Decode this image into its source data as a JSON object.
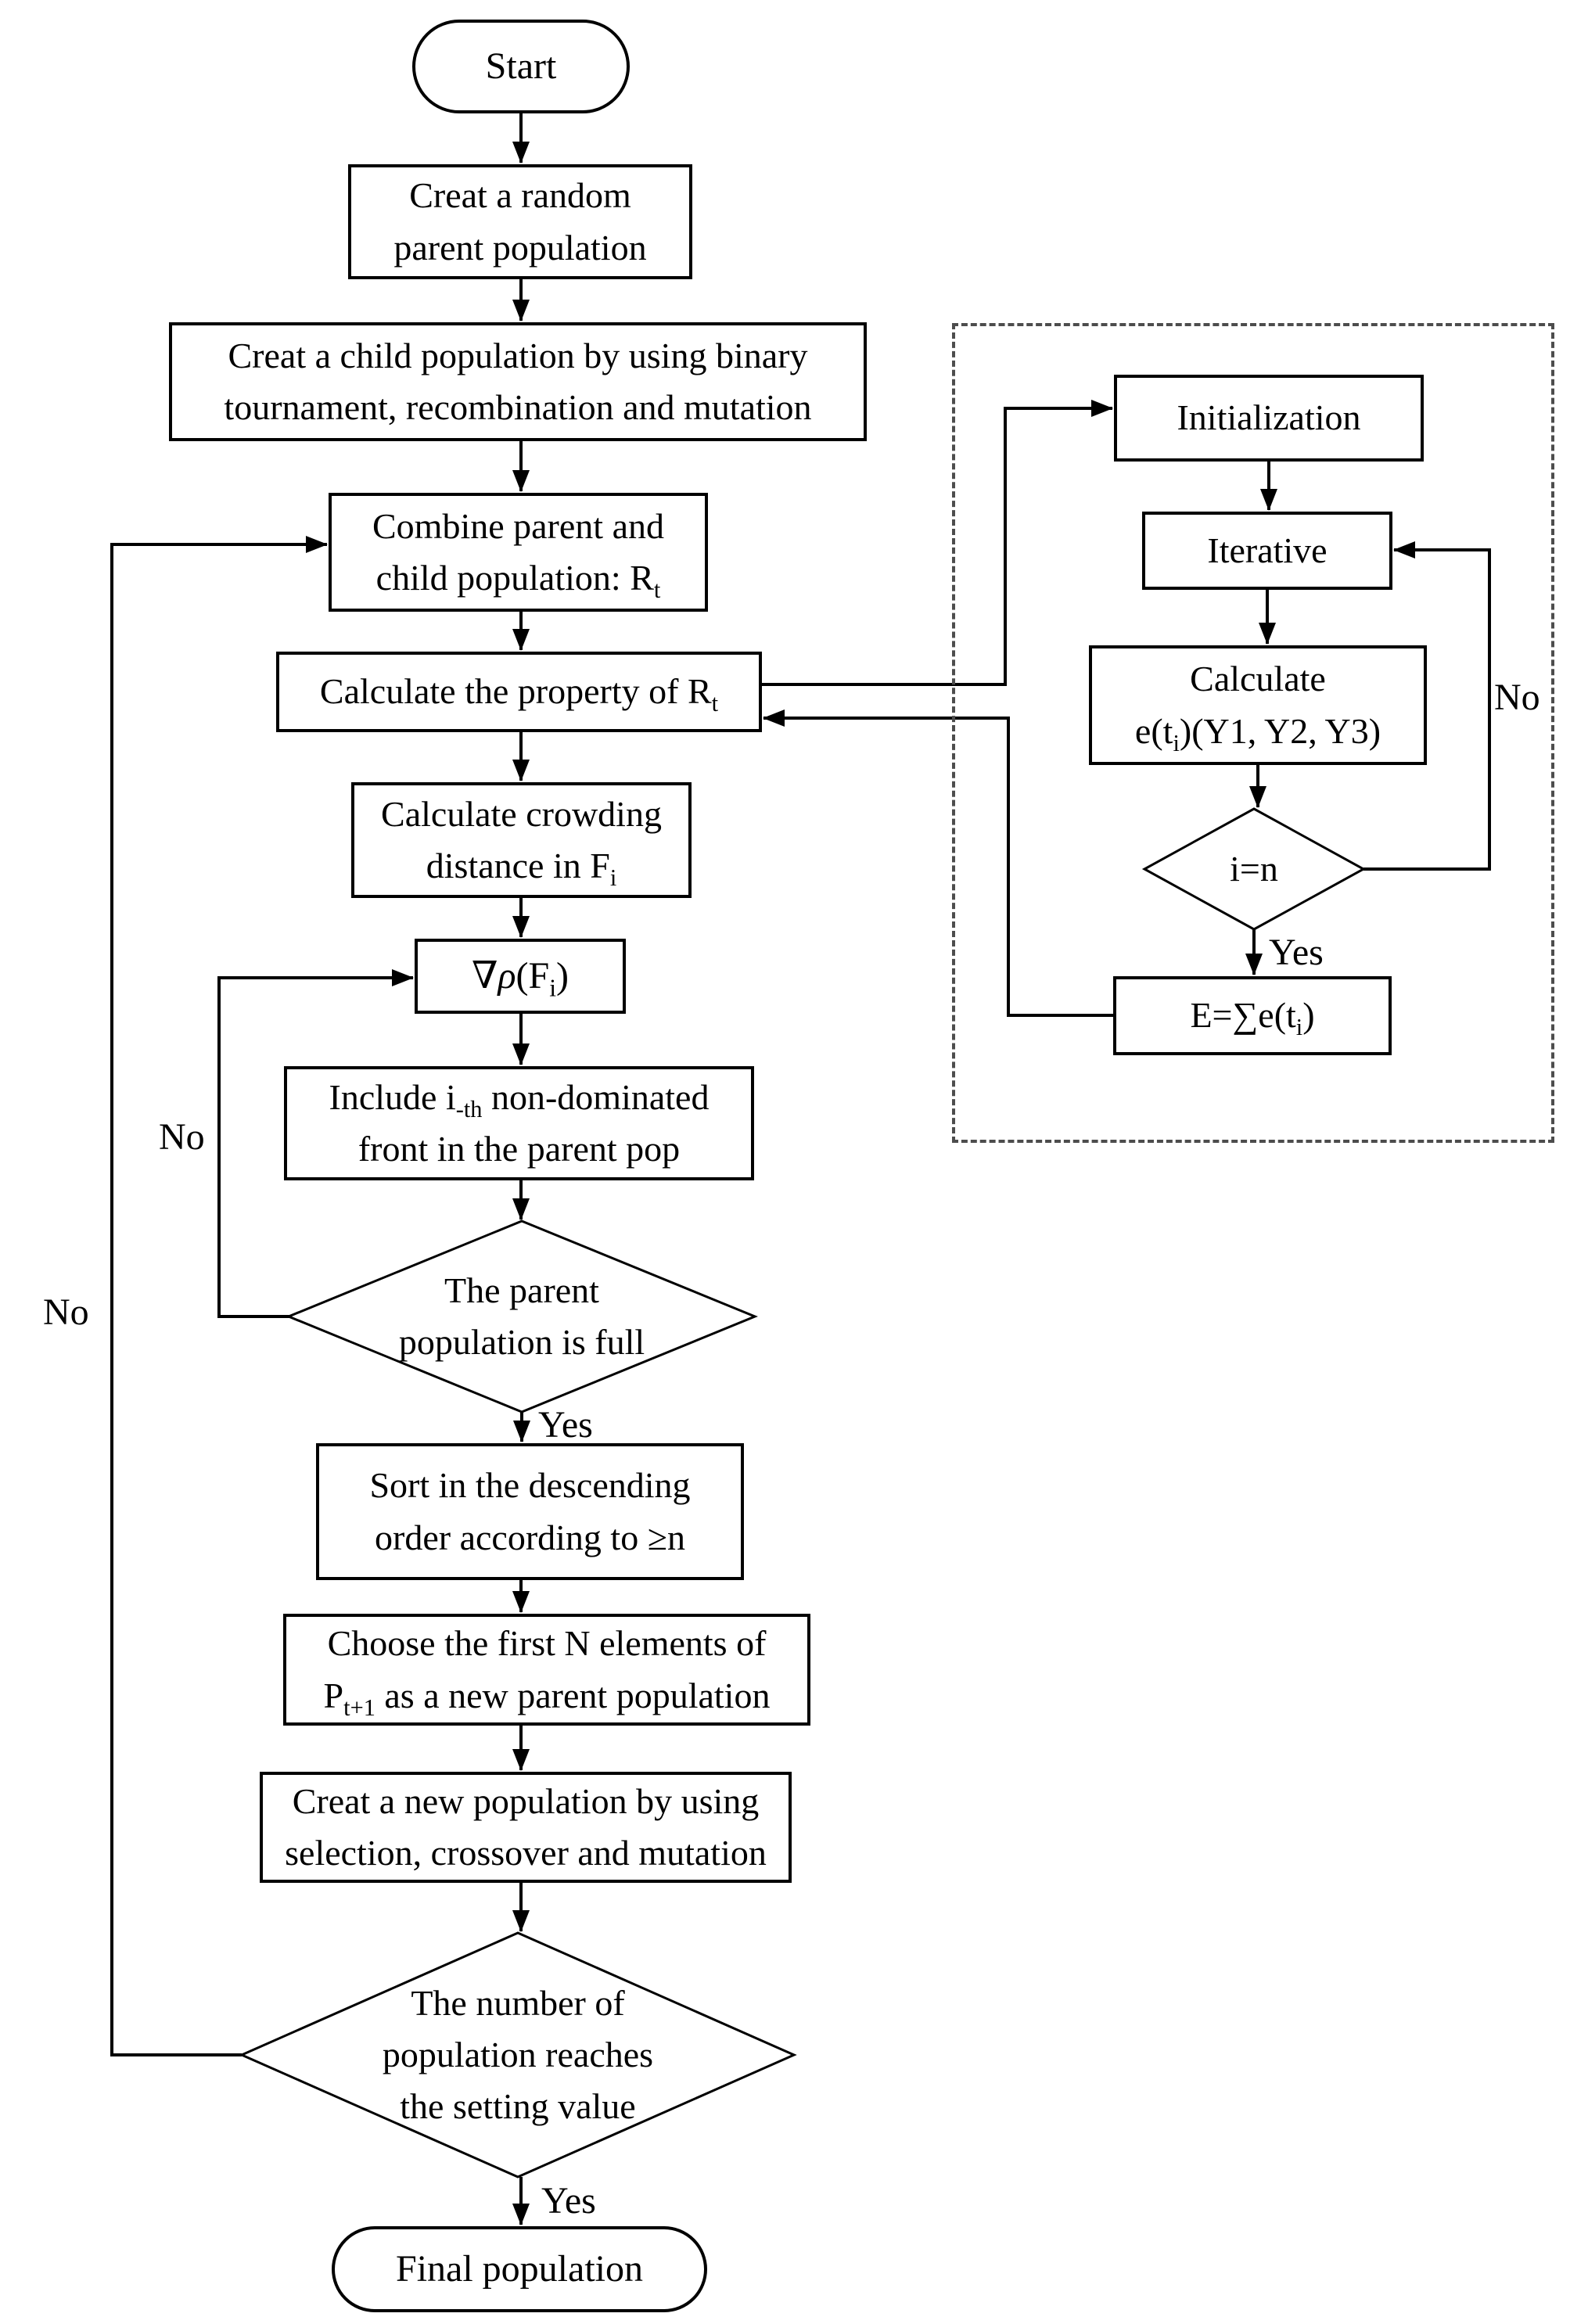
{
  "figure": {
    "type": "flowchart",
    "colors": {
      "line": "#000000",
      "background": "#ffffff",
      "dashed_border": "#4d4d4d"
    }
  },
  "main_flow": {
    "start": "Start",
    "create_random": "Creat a random\nparent population",
    "create_child": "Creat a child population by using binary\ntournament, recombination and mutation",
    "combine": "Combine parent and\nchild population: R~t~",
    "calc_property": "Calculate the property of R~t~",
    "crowding": "Calculate crowding\ndistance in F~i~",
    "gradient": "∇^ρ^(F~i~)",
    "include_front": "Include i~-th~ non-dominated\nfront in the parent pop",
    "parent_full": "The parent\npopulation is full",
    "sort": "Sort in the descending\norder according to ≥n",
    "choose": "Choose the first N elements of\nP~t+1~ as a new parent population",
    "create_new": "Creat a new population by using\nselection, crossover and mutation",
    "reaches": "The number of\npopulation reaches\nthe setting value",
    "final": "Final population"
  },
  "sub_flow": {
    "initialization": "Initialization",
    "iterative": "Iterative",
    "calc_e": "Calculate\ne(t~i~)(Y1, Y2, Y3)",
    "i_eq_n": "i=n",
    "e_sum": "E=∑e(t~i~)"
  },
  "edge_labels": {
    "yes_parent_full": "Yes",
    "yes_reaches": "Yes",
    "yes_i_eq_n": "Yes",
    "no_parent_full": "No",
    "no_reaches": "No",
    "no_i_eq_n": "No"
  }
}
